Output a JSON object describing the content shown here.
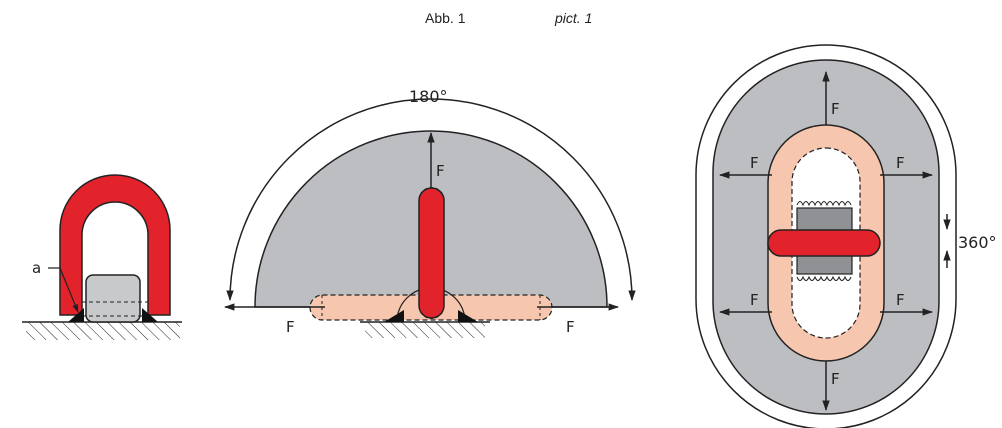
{
  "caption": {
    "german": "Abb. 1",
    "english": "pict. 1"
  },
  "labels": {
    "weld_marker": "a",
    "force": "F",
    "angle_half": "180°",
    "angle_full": "360°"
  },
  "colors": {
    "ring_red": "#e3232b",
    "ring_pale": "#f7c6ae",
    "sector_grey": "#bcbec1",
    "block_grey": "#c8c9cb",
    "dark_block": "#8f9194",
    "line": "#222222"
  }
}
